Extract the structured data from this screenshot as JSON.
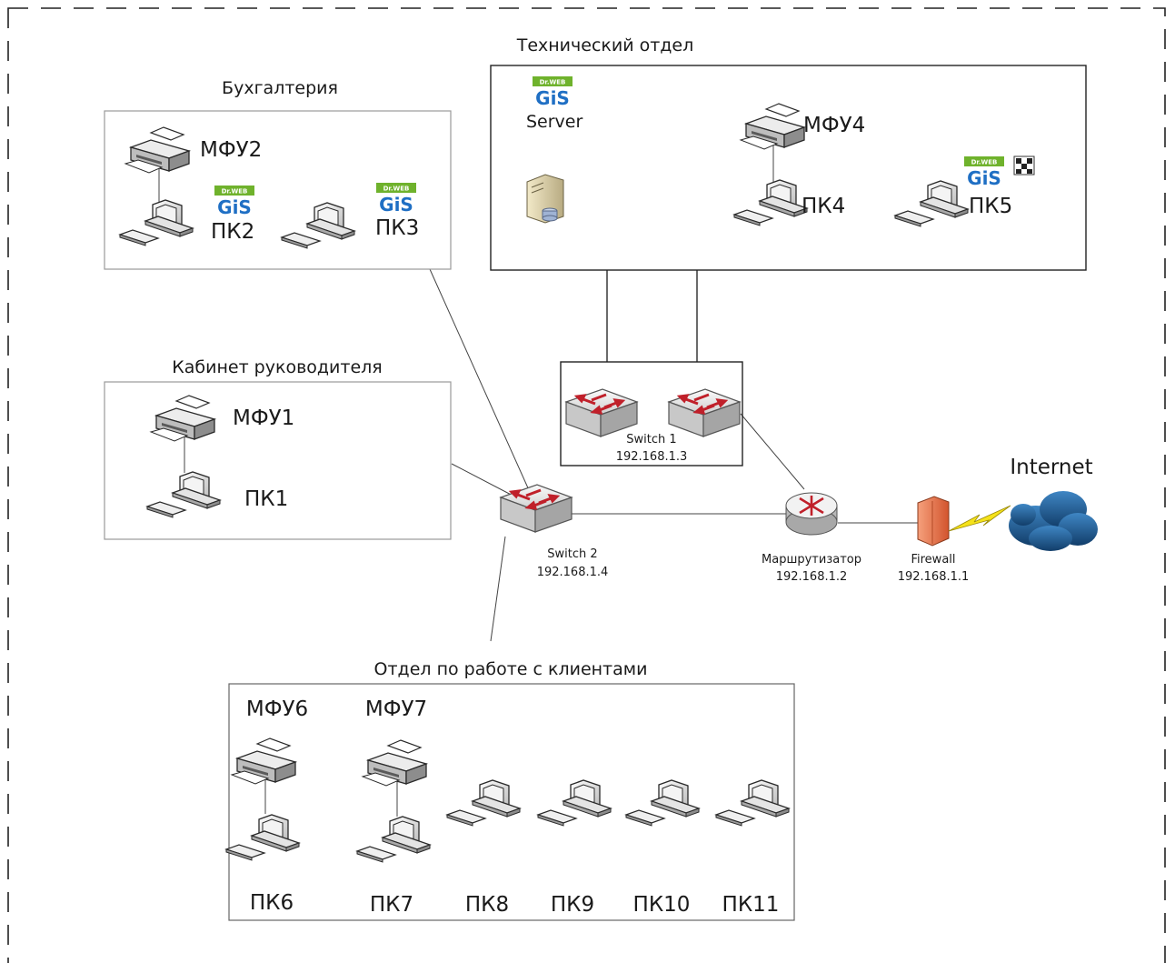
{
  "departments": {
    "accounting": "Бухгалтерия",
    "tech": "Технический отдел",
    "director": "Кабинет руководителя",
    "clients": "Отдел по работе с клиентами"
  },
  "devices": {
    "mfu1": "МФУ1",
    "mfu2": "МФУ2",
    "mfu4": "МФУ4",
    "mfu6": "МФУ6",
    "mfu7": "МФУ7",
    "pc1": "ПК1",
    "pc2": "ПК2",
    "pc3": "ПК3",
    "pc4": "ПК4",
    "pc5": "ПК5",
    "pc6": "ПК6",
    "pc7": "ПК7",
    "pc8": "ПК8",
    "pc9": "ПК9",
    "pc10": "ПК10",
    "pc11": "ПК11",
    "server": "Server"
  },
  "network": {
    "switch1_name": "Switch 1",
    "switch1_ip": "192.168.1.3",
    "switch2_name": "Switch 2",
    "switch2_ip": "192.168.1.4",
    "router_name": "Маршрутизатор",
    "router_ip": "192.168.1.2",
    "firewall_name": "Firewall",
    "firewall_ip": "192.168.1.1",
    "internet": "Internet"
  },
  "badges": {
    "brand_small": "Dr.WEB",
    "brand_big": "GiS"
  },
  "colors": {
    "badge_green": "#6fb22c",
    "badge_blue": "#1f6fc4",
    "cloud": "#1f5f9a",
    "firewall": "#e8734a",
    "switch_red": "#c0202a"
  }
}
